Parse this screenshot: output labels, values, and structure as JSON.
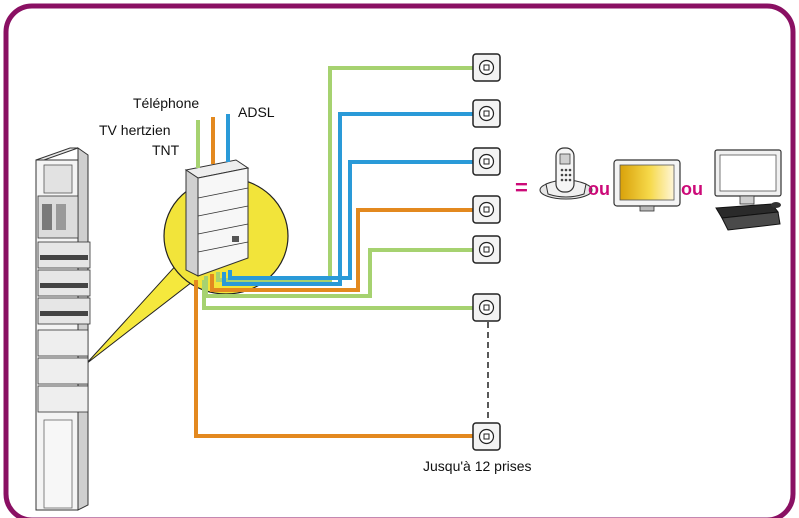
{
  "labels": {
    "telephone": "Téléphone",
    "adsl": "ADSL",
    "tv_hertzien": "TV hertzien",
    "tnt": "TNT",
    "outlets_note": "Jusqu'à 12 prises",
    "equals": "=",
    "or_1": "ou",
    "or_2": "ou"
  },
  "icons": [
    "cordless-phone-icon",
    "tv-screen-icon",
    "desktop-computer-icon",
    "wall-outlet-icon",
    "electrical-panel-icon",
    "distribution-box-icon"
  ],
  "colors": {
    "frame": "#8a1063",
    "accent_text": "#cc0a78",
    "tv_line": "#a6d270",
    "phone_line": "#e3891f",
    "adsl_line": "#2a9ad8",
    "magnifier": "#f2e43a"
  }
}
